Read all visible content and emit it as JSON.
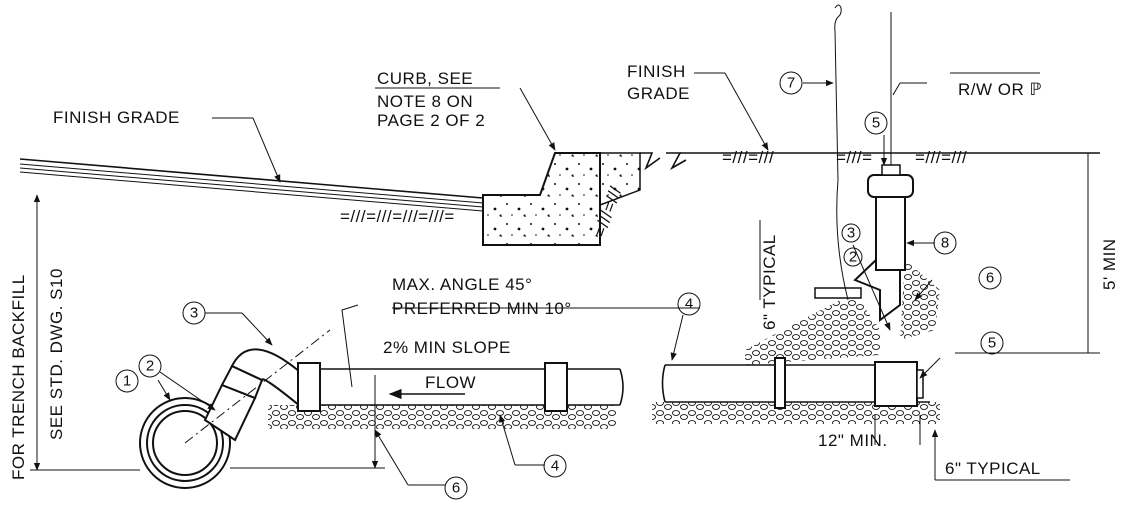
{
  "labels": {
    "finish_grade_left": "FINISH GRADE",
    "curb_line1": "CURB, SEE",
    "curb_line2": "NOTE 8 ON",
    "curb_line3": "PAGE 2 OF 2",
    "finish_grade_right_1": "FINISH",
    "finish_grade_right_2": "GRADE",
    "rw": "R/W OR ℙ",
    "trench_1": "FOR TRENCH BACKFILL",
    "trench_2": "SEE STD. DWG. S10",
    "max_angle": "MAX. ANGLE 45°",
    "preferred_min": "PREFERRED MIN 10°",
    "slope": "2% MIN SLOPE",
    "flow": "FLOW",
    "six_typical_vert": "6\" TYPICAL",
    "five_min": "5' MIN",
    "twelve_min": "12\"  MIN.",
    "six_typical_bottom": "6\"  TYPICAL"
  },
  "callouts": [
    "1",
    "2",
    "3",
    "4",
    "5",
    "6",
    "7",
    "8"
  ]
}
